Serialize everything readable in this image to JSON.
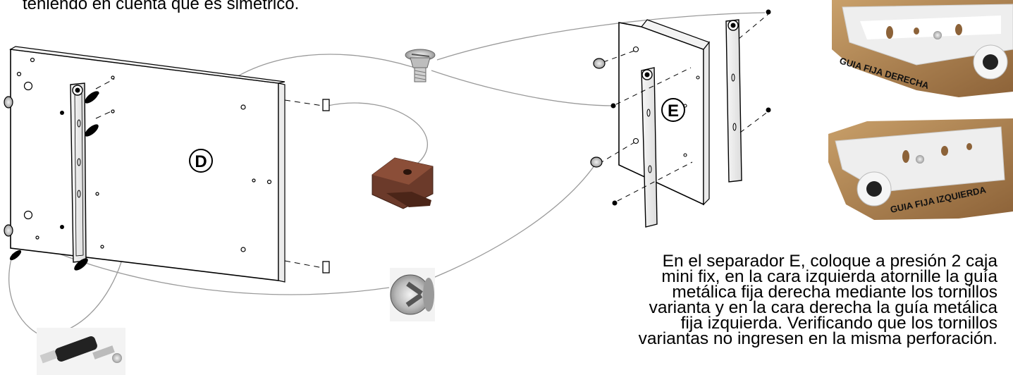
{
  "instructions": {
    "top_line": "teniendo en cuenta que es simétrico.",
    "caption_lines": [
      "En el separador E, coloque a presión 2 caja",
      "mini fix, en la cara izquierda atornille la guía",
      "metálica fija derecha mediante los tornillos",
      "varianta y en la cara derecha la guía metálica",
      "fija izquierda. Verificando que los tornillos",
      "variantas no ingresen en la misma perforación."
    ]
  },
  "panels": {
    "D": {
      "label": "D"
    },
    "E": {
      "label": "E"
    }
  },
  "photos": {
    "guide_right": {
      "label": "GUIA FIJA DERECHA"
    },
    "guide_left": {
      "label": "GUIA FIJA IZQUIERDA"
    }
  },
  "colors": {
    "line": "#000000",
    "leader_line": "#9a9a9a",
    "wood": "#b58a55",
    "clip_brown": "#6b3a2a",
    "metal": "#c9c9c9"
  }
}
